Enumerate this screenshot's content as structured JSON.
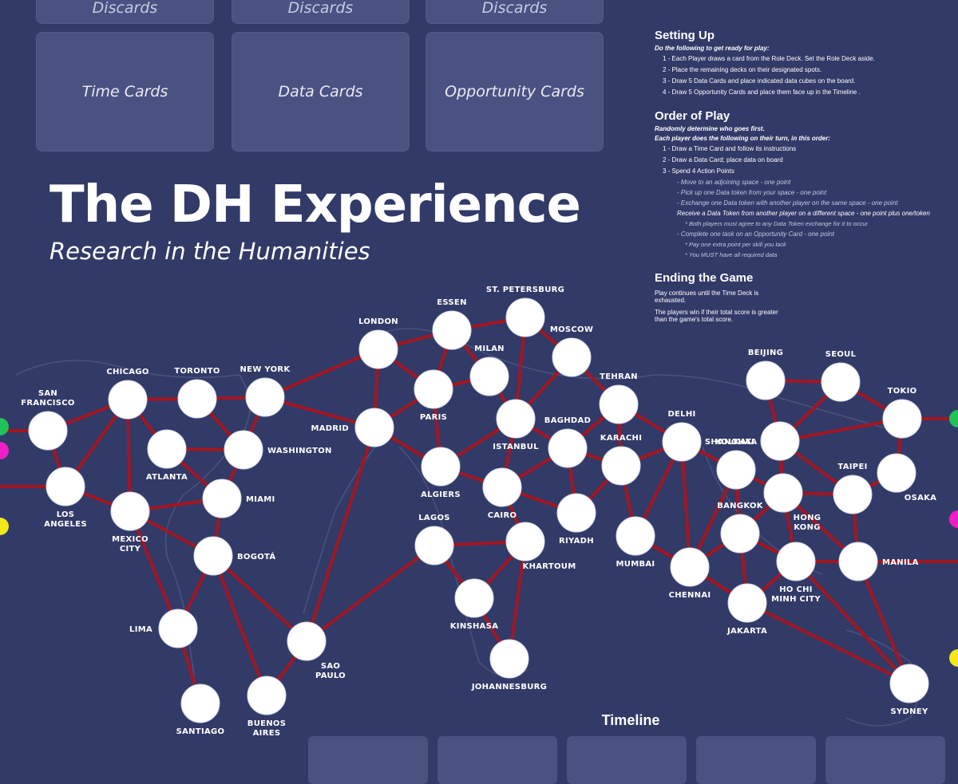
{
  "decks": {
    "discard_label": "Discards",
    "time": "Time Cards",
    "data": "Data Cards",
    "opportunity": "Opportunity Cards"
  },
  "title": "The DH Experience",
  "subtitle": "Research in the Humanities",
  "rules": {
    "setup": {
      "heading": "Setting Up",
      "intro": "Do the following to get ready for play:",
      "steps": [
        "1 - Each Player draws a card from the Role Deck. Set the Role Deck aside.",
        "2 - Place the remaining decks on their designated spots.",
        "3 - Draw 5 Data Cards and place indicated data cubes on the board.",
        "4 - Draw 5 Opportunity Cards and place them face up in the Timeline ."
      ]
    },
    "order": {
      "heading": "Order of Play",
      "intro1": "Randomly determine who goes first.",
      "intro2": "Each player does the following on their turn, in this order:",
      "steps": [
        "1 - Draw a Time Card and follow its instructions",
        "2 - Draw a Data Card; place data on board",
        "3 - Spend 4 Action Points"
      ],
      "actions": [
        "- Move to an adjoining space - one point",
        "- Pick up one Data token from your space - one point",
        "- Exchange one Data token with another player on the same space - one point",
        "Receive a Data Token from another player on a different space - one point plus one/token",
        "* Both players must agree to any Data Token exchange for it to occur",
        "- Complete one task on an Opportunity Card - one point",
        "* Pay one extra point per skill you lack",
        "* You MUST have all required data"
      ]
    },
    "ending": {
      "heading": "Ending the Game",
      "p1": "Play continues until the Time Deck is exhausted.",
      "p2": "The players win if their total score is greater than the game's total score."
    }
  },
  "timeline_label": "Timeline",
  "colors": {
    "background": "#323a68",
    "route": "#a31621",
    "city": "#ffffff",
    "marker_green": "#22c25a",
    "marker_magenta": "#ef1fc5",
    "marker_yellow": "#f2e81a"
  },
  "cities": [
    {
      "id": "sf",
      "label": [
        "SAN",
        "FRANCISCO"
      ]
    },
    {
      "id": "la",
      "label": [
        "LOS",
        "ANGELES"
      ]
    },
    {
      "id": "chi",
      "label": [
        "CHICAGO"
      ]
    },
    {
      "id": "tor",
      "label": [
        "TORONTO"
      ]
    },
    {
      "id": "ny",
      "label": [
        "NEW YORK"
      ]
    },
    {
      "id": "atl",
      "label": [
        "ATLANTA"
      ]
    },
    {
      "id": "was",
      "label": [
        "WASHINGTON"
      ]
    },
    {
      "id": "mia",
      "label": [
        "MIAMI"
      ]
    },
    {
      "id": "mex",
      "label": [
        "MEXICO",
        "CITY"
      ]
    },
    {
      "id": "bog",
      "label": [
        "BOGOTÁ"
      ]
    },
    {
      "id": "lim",
      "label": [
        "LIMA"
      ]
    },
    {
      "id": "san",
      "label": [
        "SANTIAGO"
      ]
    },
    {
      "id": "ba",
      "label": [
        "BUENOS",
        "AIRES"
      ]
    },
    {
      "id": "sp",
      "label": [
        "SAO",
        "PAULO"
      ]
    },
    {
      "id": "lon",
      "label": [
        "LONDON"
      ]
    },
    {
      "id": "mad",
      "label": [
        "MADRID"
      ]
    },
    {
      "id": "ess",
      "label": [
        "ESSEN"
      ]
    },
    {
      "id": "par",
      "label": [
        "PARIS"
      ]
    },
    {
      "id": "mil",
      "label": [
        "MILAN"
      ]
    },
    {
      "id": "stp",
      "label": [
        "ST. PETERSBURG"
      ]
    },
    {
      "id": "mos",
      "label": [
        "MOSCOW"
      ]
    },
    {
      "id": "alg",
      "label": [
        "ALGIERS"
      ]
    },
    {
      "id": "ist",
      "label": [
        "ISTANBUL"
      ]
    },
    {
      "id": "cai",
      "label": [
        "CAIRO"
      ]
    },
    {
      "id": "bag",
      "label": [
        "BAGHDAD"
      ]
    },
    {
      "id": "teh",
      "label": [
        "TEHRAN"
      ]
    },
    {
      "id": "kar",
      "label": [
        "KARACHI"
      ]
    },
    {
      "id": "riy",
      "label": [
        "RIYADH"
      ]
    },
    {
      "id": "lag",
      "label": [
        "LAGOS"
      ]
    },
    {
      "id": "kha",
      "label": [
        "KHARTOUM"
      ]
    },
    {
      "id": "kin",
      "label": [
        "KINSHASA"
      ]
    },
    {
      "id": "joh",
      "label": [
        "JOHANNESBURG"
      ]
    },
    {
      "id": "del",
      "label": [
        "DELHI"
      ]
    },
    {
      "id": "mum",
      "label": [
        "MUMBAI"
      ]
    },
    {
      "id": "che",
      "label": [
        "CHENNAI"
      ]
    },
    {
      "id": "kol",
      "label": [
        "KOLKATA"
      ]
    },
    {
      "id": "bkk",
      "label": [
        "BANGKOK"
      ]
    },
    {
      "id": "jak",
      "label": [
        "JAKARTA"
      ]
    },
    {
      "id": "hcm",
      "label": [
        "HO CHI",
        "MINH CITY"
      ]
    },
    {
      "id": "hk",
      "label": [
        "HONG",
        "KONG"
      ]
    },
    {
      "id": "sha",
      "label": [
        "SHANGHAI"
      ]
    },
    {
      "id": "bei",
      "label": [
        "BEIJING"
      ]
    },
    {
      "id": "seo",
      "label": [
        "SEOUL"
      ]
    },
    {
      "id": "tok",
      "label": [
        "TOKIO"
      ]
    },
    {
      "id": "osa",
      "label": [
        "OSAKA"
      ]
    },
    {
      "id": "tai",
      "label": [
        "TAIPEI"
      ]
    },
    {
      "id": "man",
      "label": [
        "MANILA"
      ]
    },
    {
      "id": "syd",
      "label": [
        "SYDNEY"
      ]
    }
  ],
  "routes": [
    [
      "sf",
      "chi"
    ],
    [
      "sf",
      "la"
    ],
    [
      "la",
      "chi"
    ],
    [
      "la",
      "mex"
    ],
    [
      "chi",
      "mex"
    ],
    [
      "chi",
      "atl"
    ],
    [
      "chi",
      "tor"
    ],
    [
      "tor",
      "ny"
    ],
    [
      "tor",
      "was"
    ],
    [
      "ny",
      "was"
    ],
    [
      "ny",
      "lon"
    ],
    [
      "ny",
      "mad"
    ],
    [
      "atl",
      "was"
    ],
    [
      "atl",
      "mia"
    ],
    [
      "was",
      "mia"
    ],
    [
      "mex",
      "mia"
    ],
    [
      "mex",
      "bog"
    ],
    [
      "mex",
      "lim"
    ],
    [
      "mia",
      "bog"
    ],
    [
      "bog",
      "lim"
    ],
    [
      "bog",
      "ba"
    ],
    [
      "bog",
      "sp"
    ],
    [
      "lim",
      "san"
    ],
    [
      "ba",
      "sp"
    ],
    [
      "sp",
      "mad"
    ],
    [
      "sp",
      "lag"
    ],
    [
      "lon",
      "mad"
    ],
    [
      "lon",
      "ess"
    ],
    [
      "lon",
      "par"
    ],
    [
      "mad",
      "par"
    ],
    [
      "mad",
      "alg"
    ],
    [
      "ess",
      "par"
    ],
    [
      "ess",
      "mil"
    ],
    [
      "ess",
      "stp"
    ],
    [
      "par",
      "mil"
    ],
    [
      "par",
      "alg"
    ],
    [
      "mil",
      "ist"
    ],
    [
      "stp",
      "mos"
    ],
    [
      "stp",
      "ist"
    ],
    [
      "mos",
      "ist"
    ],
    [
      "mos",
      "teh"
    ],
    [
      "alg",
      "ist"
    ],
    [
      "alg",
      "cai"
    ],
    [
      "ist",
      "cai"
    ],
    [
      "ist",
      "bag"
    ],
    [
      "cai",
      "bag"
    ],
    [
      "cai",
      "riy"
    ],
    [
      "cai",
      "kha"
    ],
    [
      "bag",
      "teh"
    ],
    [
      "bag",
      "kar"
    ],
    [
      "bag",
      "riy"
    ],
    [
      "teh",
      "kar"
    ],
    [
      "teh",
      "del"
    ],
    [
      "kar",
      "riy"
    ],
    [
      "kar",
      "del"
    ],
    [
      "kar",
      "mum"
    ],
    [
      "lag",
      "kha"
    ],
    [
      "lag",
      "kin"
    ],
    [
      "kha",
      "kin"
    ],
    [
      "kin",
      "joh"
    ],
    [
      "kha",
      "joh"
    ],
    [
      "del",
      "mum"
    ],
    [
      "del",
      "kol"
    ],
    [
      "del",
      "che"
    ],
    [
      "mum",
      "che"
    ],
    [
      "kol",
      "che"
    ],
    [
      "kol",
      "bkk"
    ],
    [
      "kol",
      "hk"
    ],
    [
      "che",
      "bkk"
    ],
    [
      "che",
      "jak"
    ],
    [
      "bkk",
      "hk"
    ],
    [
      "bkk",
      "hcm"
    ],
    [
      "bkk",
      "jak"
    ],
    [
      "jak",
      "hcm"
    ],
    [
      "jak",
      "syd"
    ],
    [
      "hcm",
      "hk"
    ],
    [
      "hcm",
      "man"
    ],
    [
      "hk",
      "sha"
    ],
    [
      "hk",
      "tai"
    ],
    [
      "hk",
      "man"
    ],
    [
      "sha",
      "bei"
    ],
    [
      "sha",
      "seo"
    ],
    [
      "sha",
      "tok"
    ],
    [
      "sha",
      "tai"
    ],
    [
      "bei",
      "seo"
    ],
    [
      "seo",
      "tok"
    ],
    [
      "tok",
      "osa"
    ],
    [
      "tai",
      "osa"
    ],
    [
      "tai",
      "man"
    ],
    [
      "man",
      "syd"
    ],
    [
      "hcm",
      "syd"
    ]
  ],
  "edge_links_left": [
    "sf",
    "la"
  ],
  "edge_links_right": [
    "tok",
    "man"
  ]
}
